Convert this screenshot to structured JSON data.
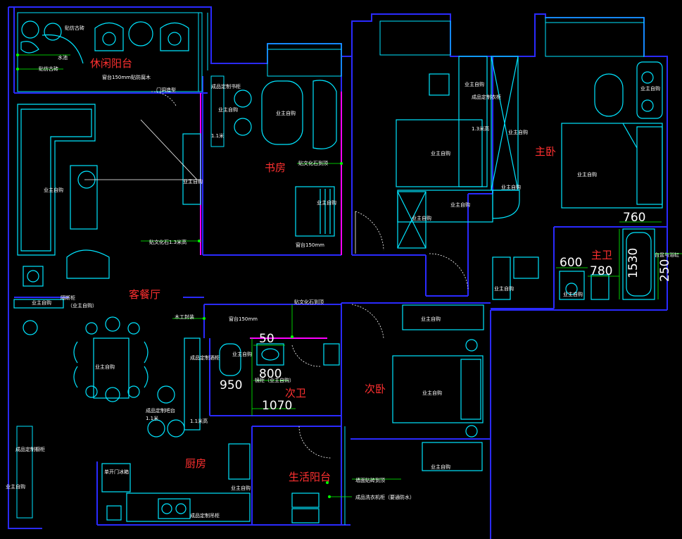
{
  "rooms": {
    "leisure_balcony": "休闲阳台",
    "study": "书房",
    "master_bedroom": "主卧",
    "living_dining": "客餐厅",
    "master_bath": "主卫",
    "guest_bath": "次卫",
    "second_bedroom": "次卧",
    "kitchen": "厨房",
    "utility_balcony": "生活阳台"
  },
  "notes": {
    "tile_a": "贴仿古砖",
    "tile_b": "贴仿古砖",
    "pool": "水池",
    "sill_wood": "窗台150mm贴防腐木",
    "door_trim": "门洞造型",
    "owner_1": "业主自购",
    "owner_2": "业主自购",
    "owner_3": "业主自购",
    "owner_4": "业主自购",
    "owner_5": "业主自购",
    "owner_6": "业主自购",
    "owner_7": "业主自购",
    "owner_8": "业主自购",
    "owner_9": "业主自购",
    "owner_10": "业主自购",
    "owner_11": "业主自购",
    "owner_12": "业主自购",
    "owner_13": "业主自购",
    "owner_14": "业主自购",
    "owner_15": "业主自购",
    "owner_16": "业主自购",
    "owner_17": "业主自购",
    "owner_18": "业主自购",
    "owner_19": "业主自购",
    "owner_20": "业主自购",
    "owner_21": "业主自购",
    "owner_22": "业主自购",
    "owner_23": "业主自购",
    "stone_1": "贴文化石1.3米高",
    "stone_2": "贴文化石到顶",
    "stone_3": "贴文化石到顶",
    "sill_150_a": "窗台150mm",
    "sill_150_b": "窗台150mm",
    "screen": "隔断柜",
    "screen_owner": "（业主自购）",
    "wood_wrap": "木工封装",
    "wine_cabinet": "成品定制吧台",
    "wine_height": "1.1米",
    "study_cab": "成品定制书柜",
    "study_cab_h": "1.1米",
    "bar_cab": "成品定制酒柜",
    "bar_h": "1.1米高",
    "wardrobe": "成品定制衣柜",
    "wardrobe_h": "1.3米高",
    "mirror": "镜柜（业主自购）",
    "fridge": "单开门冰箱",
    "wall_tile": "墙面贴砖到顶",
    "washer": "成品洗衣机柜（要通防水）",
    "range_hood": "成品定制吊柜",
    "kitchen_cab": "成品定制橱柜",
    "bath_counter": "台盆与浴缸"
  },
  "dims": {
    "d760": "760",
    "d600": "600",
    "d780": "780",
    "d1530": "1530",
    "d250": "250",
    "d50": "50",
    "d800": "800",
    "d950": "950",
    "d1070": "1070"
  }
}
